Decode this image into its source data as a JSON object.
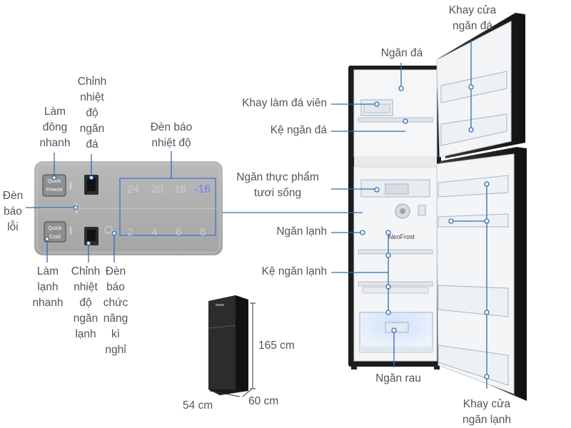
{
  "labels": {
    "khay_cua_ngan_da": "Khay cửa\nngăn đá",
    "ngan_da": "Ngăn đá",
    "khay_lam_da_vien": "Khay làm đá viên",
    "ke_ngan_da": "Kệ ngăn đá",
    "ngan_thuc_pham_tuoi_song": "Ngăn thực phẩm\ntươi sống",
    "ngan_lanh": "Ngăn lạnh",
    "ke_ngan_lanh": "Kệ ngăn lạnh",
    "ngan_rau": "Ngăn rau",
    "khay_cua_ngan_lanh": "Khay cửa\nngăn lạnh",
    "chinh_nhiet_do_ngan_da": "Chỉnh\nnhiệt\nđộ\nngăn\nđá",
    "lam_dong_nhanh": "Làm\nđông\nnhanh",
    "den_bao_nhiet_do": "Đèn báo\nnhiệt độ",
    "den_bao_loi": "Đèn\nbáo\nlỗi",
    "lam_lanh_nhanh": "Làm\nlạnh\nnhanh",
    "chinh_nhiet_do_ngan_lanh": "Chỉnh\nnhiệt\nđộ\nngăn\nlạnh",
    "den_bao_chuc_nang_ki_nghi": "Đèn\nbáo\nchức\nnăng\nkì\nnghỉ"
  },
  "panel": {
    "quick_freeze": "Quick\nFreeze",
    "quick_cool": "Quick\nCool",
    "freezer_temps": [
      "24",
      "20",
      "18",
      "-16"
    ],
    "fridge_temps": [
      "2",
      "4",
      "6",
      "8"
    ]
  },
  "brand": "NeoFrost",
  "dimensions": {
    "height": "165 cm",
    "width": "54 cm",
    "depth": "60 cm"
  },
  "colors": {
    "pointer": "#2f6db5",
    "active_temp": "#6d7cff",
    "label": "#555555"
  }
}
